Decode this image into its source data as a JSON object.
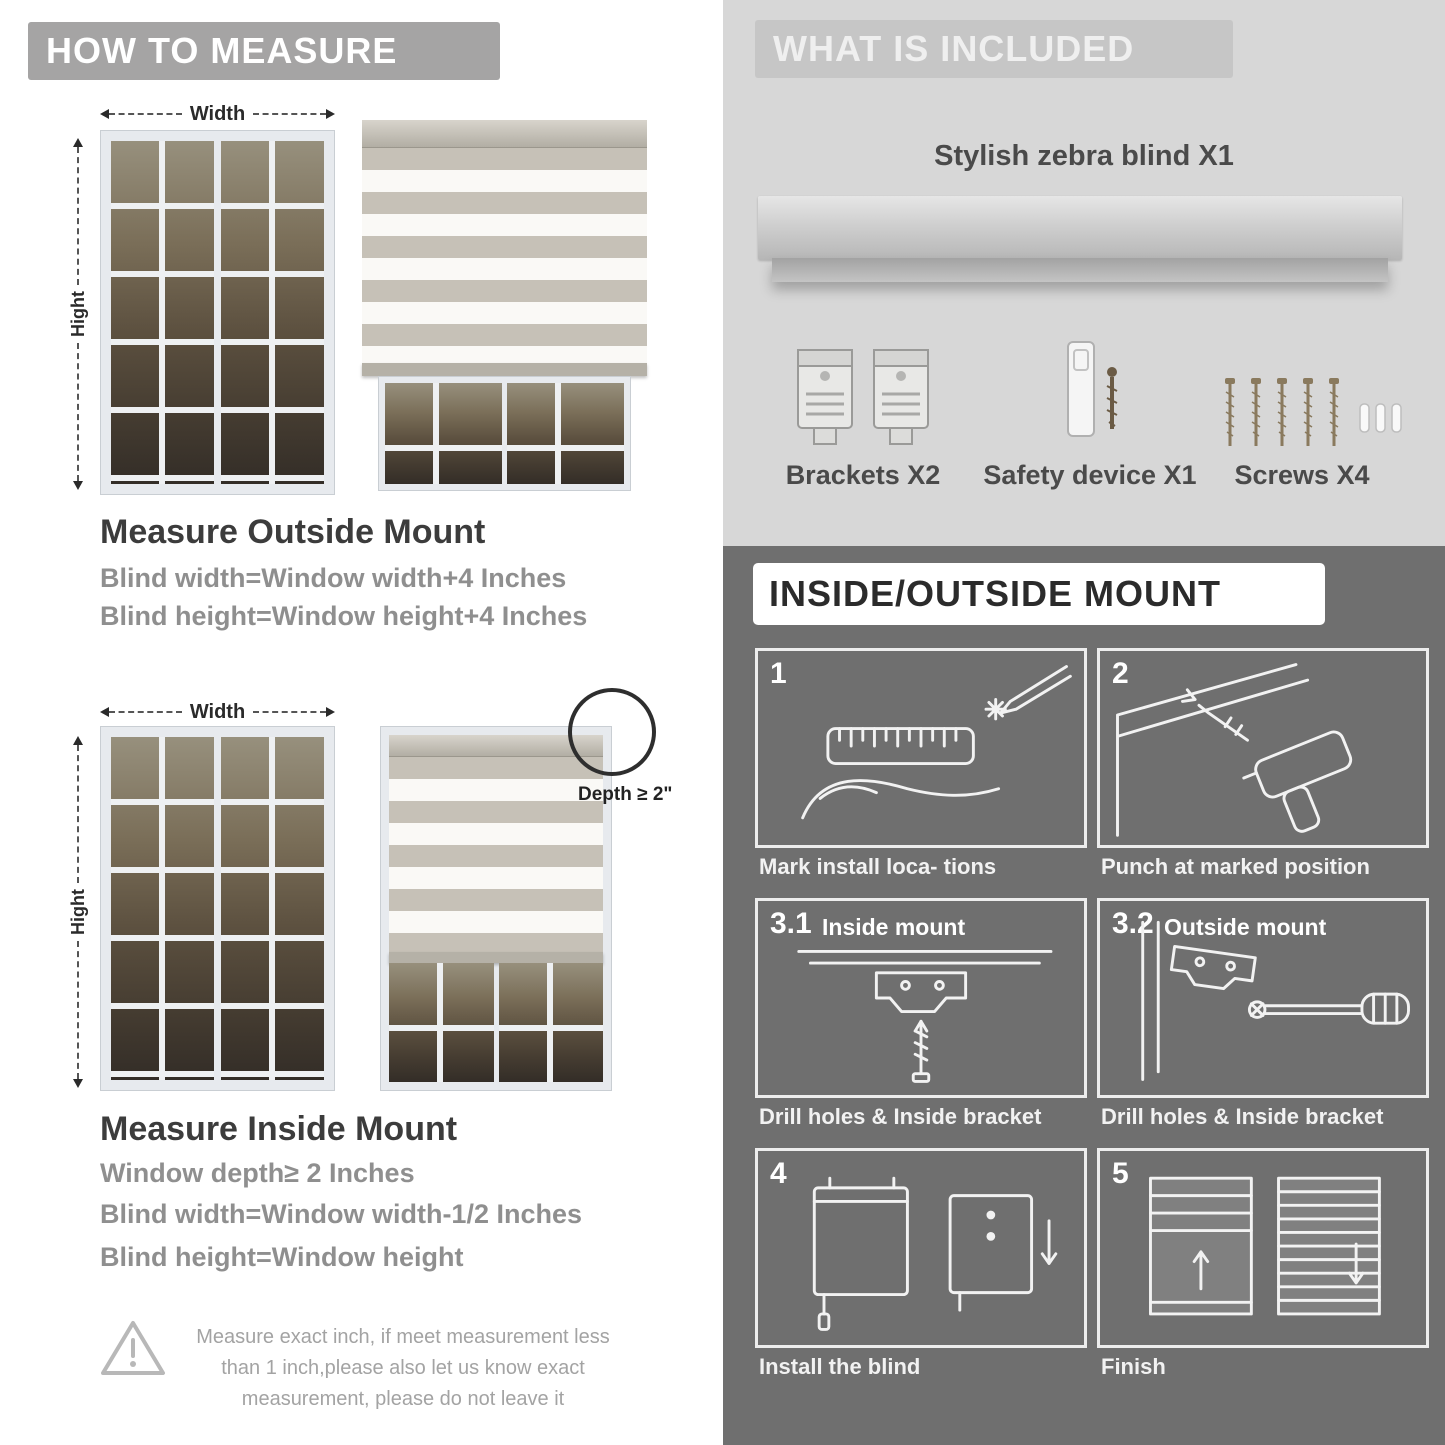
{
  "colors": {
    "left_header_bar": "#a5a4a4",
    "right_top_bg": "#d7d7d7",
    "right_header_bar": "#c6c6c6",
    "dark_section_bg": "#6f6f6f"
  },
  "left": {
    "header": "HOW TO MEASURE",
    "labels": {
      "width": "Width",
      "height": "Hight",
      "depth": "Depth ≥ 2\""
    },
    "outside": {
      "title": "Measure Outside Mount",
      "line1": "Blind width=Window width+4 Inches",
      "line2": "Blind height=Window height+4 Inches"
    },
    "inside": {
      "title": "Measure Inside Mount",
      "line1": "Window depth≥ 2 Inches",
      "line2": "Blind width=Window width-1/2 Inches",
      "line3": "Blind height=Window height"
    },
    "warning": "Measure exact inch, if meet measurement less than 1 inch,please also let us know exact measurement, please do not leave it"
  },
  "included": {
    "header": "WHAT IS INCLUDED",
    "product": "Stylish zebra blind X1",
    "items": [
      {
        "label": "Brackets X2"
      },
      {
        "label": "Safety device X1"
      },
      {
        "label": "Screws X4"
      }
    ]
  },
  "mount": {
    "header": "INSIDE/OUTSIDE MOUNT",
    "steps": [
      {
        "num": "1",
        "caption": "Mark install loca- tions"
      },
      {
        "num": "2",
        "caption": "Punch at  marked position"
      },
      {
        "num": "3.1",
        "label": "Inside mount",
        "caption": "Drill holes &  Inside bracket"
      },
      {
        "num": "3.2",
        "label": "Outside mount",
        "caption": "Drill holes &  Inside bracket"
      },
      {
        "num": "4",
        "caption": "Install the blind"
      },
      {
        "num": "5",
        "caption": "Finish"
      }
    ]
  }
}
